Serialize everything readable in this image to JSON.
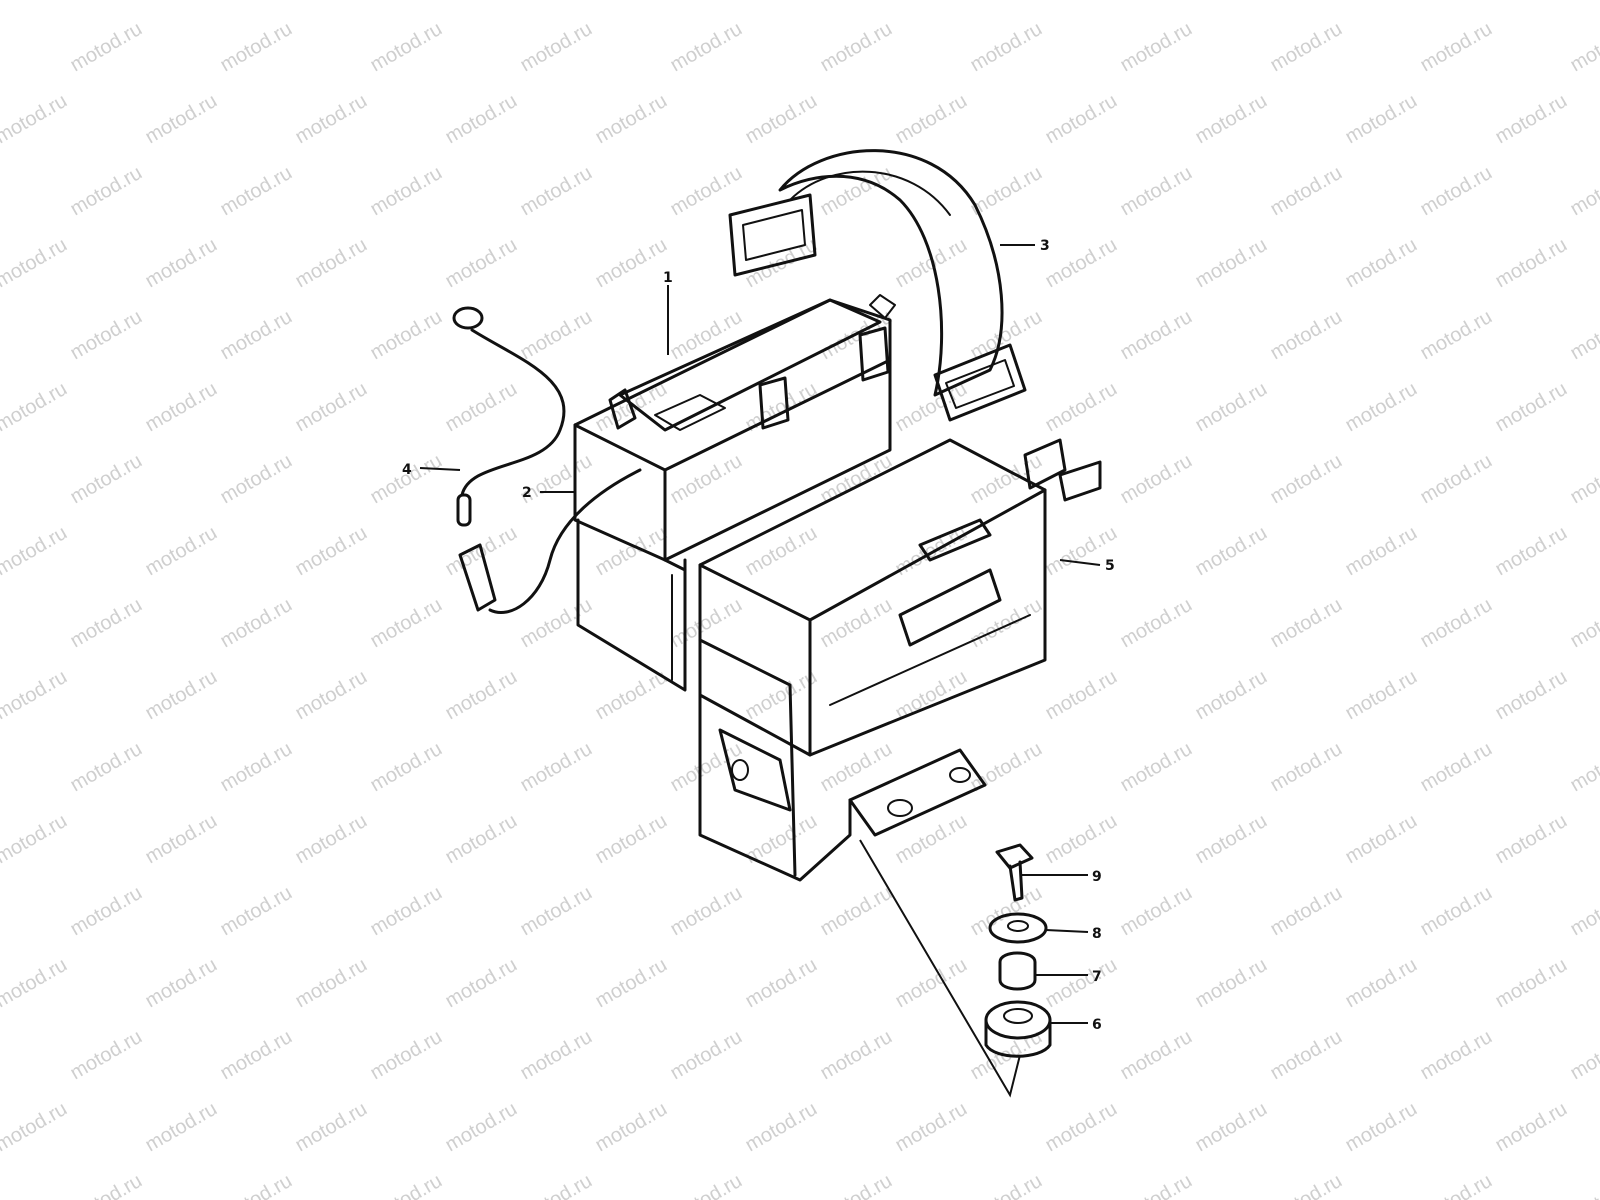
{
  "watermark": {
    "text": "motod.ru",
    "color": "#cfcfcf"
  },
  "callouts": [
    {
      "id": "1",
      "label": "1"
    },
    {
      "id": "2",
      "label": "2"
    },
    {
      "id": "3",
      "label": "3"
    },
    {
      "id": "4",
      "label": "4"
    },
    {
      "id": "5",
      "label": "5"
    },
    {
      "id": "6",
      "label": "6"
    },
    {
      "id": "7",
      "label": "7"
    },
    {
      "id": "8",
      "label": "8"
    },
    {
      "id": "9",
      "label": "9"
    }
  ],
  "line_color": "#111111",
  "background": "#ffffff"
}
